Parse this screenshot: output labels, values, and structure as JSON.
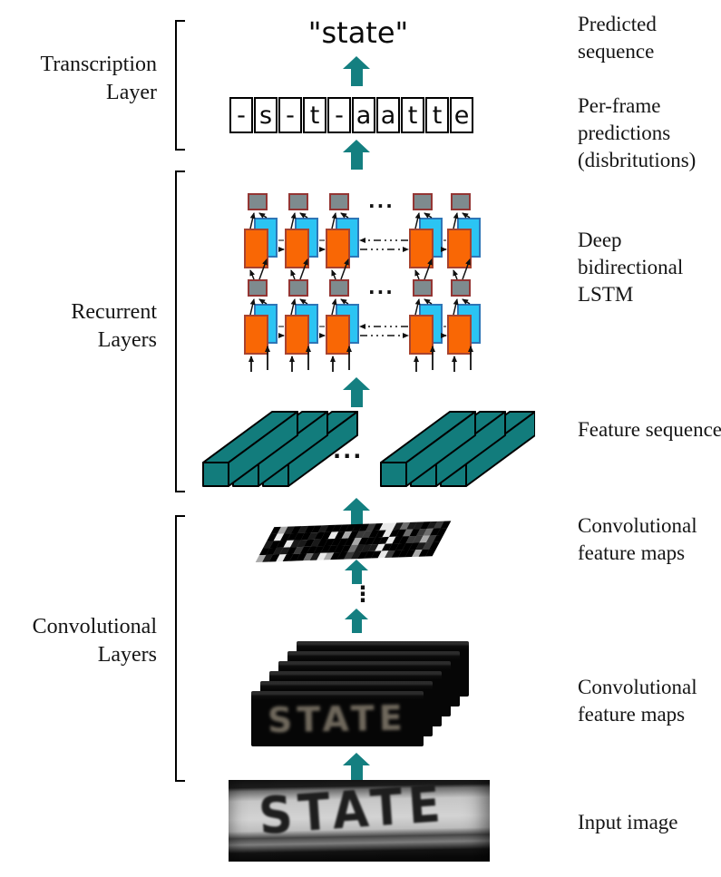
{
  "colors": {
    "teal": "#147F80",
    "feature_teal": "#127C7C",
    "orange": "#F96705",
    "orange_border": "#A8432F",
    "cyan": "#2BC4F3",
    "cyan_border": "#2E75B6",
    "gray": "#7E8B8E",
    "gray_border": "#943634",
    "line": "#111111",
    "backward_line": "#808080"
  },
  "transcription": {
    "predicted_text": "\"state\"",
    "frames": [
      "-",
      "s",
      "-",
      "t",
      "-",
      "a",
      "a",
      "t",
      "t",
      "e"
    ]
  },
  "left_labels": [
    {
      "text": "Transcription Layer"
    },
    {
      "text": "Recurrent Layers"
    },
    {
      "text": "Convolutional Layers"
    }
  ],
  "right_labels": [
    {
      "text": "Predicted sequence"
    },
    {
      "text": "Per-frame predictions (disbritutions)"
    },
    {
      "text": "Deep bidirectional LSTM"
    },
    {
      "text": "Feature sequence"
    },
    {
      "text": "Convolutional feature maps"
    },
    {
      "text": "Convolutional feature maps"
    },
    {
      "text": "Input image"
    }
  ],
  "ellipsis": {
    "h": "...",
    "v": "⋮"
  },
  "feature_map_text": "STATE",
  "input_image_text": "STATE"
}
